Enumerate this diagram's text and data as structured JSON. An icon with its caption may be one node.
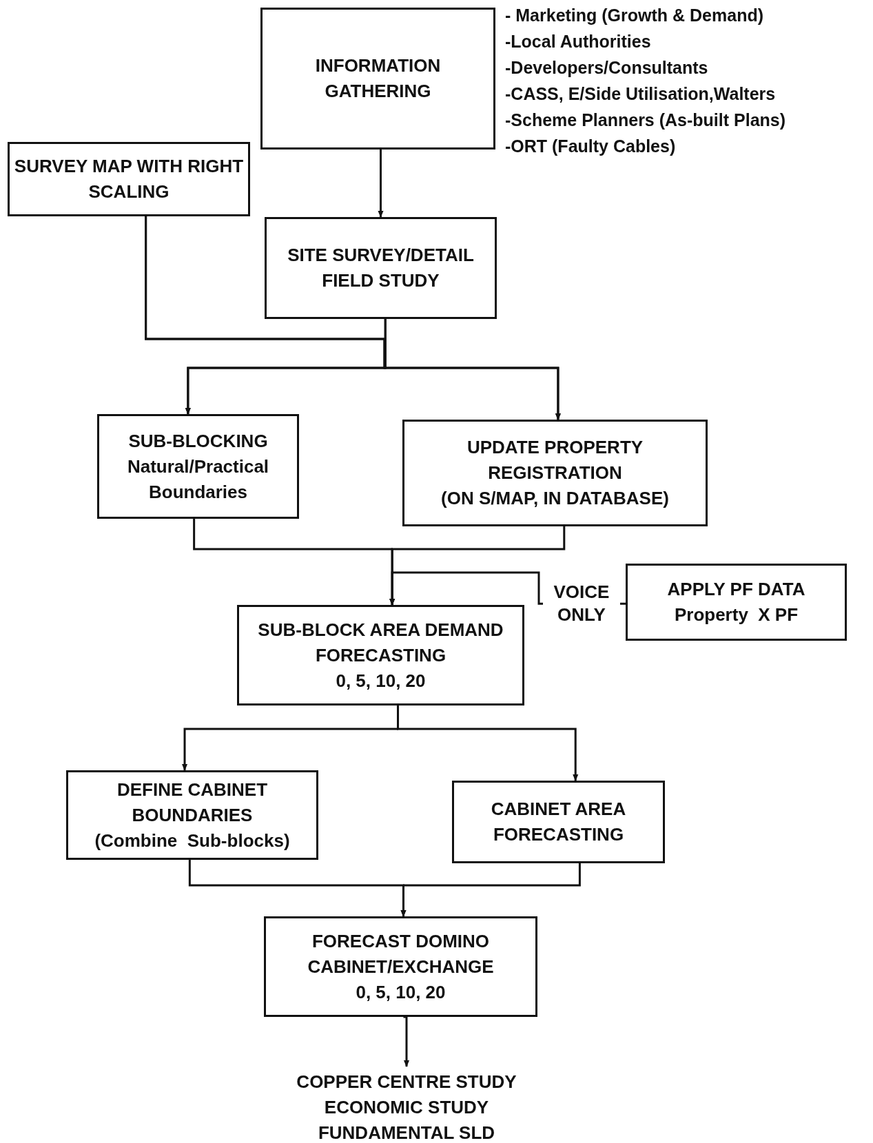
{
  "diagram": {
    "nodes": [
      {
        "text": [
          "INFORMATION GATHERING"
        ],
        "beside": [
          "- Marketing (Growth & Demand)",
          "-Local Authorities",
          "-Developers/Consultants",
          "-CASS, E/Side Utilisation,Walters",
          "-Scheme Planners (As-built Plans)",
          "-ORT (Faulty Cables)"
        ]
      },
      {
        "text": [
          "SURVEY MAP WITH RIGHT SCALING"
        ]
      },
      {
        "text": [
          "SITE SURVEY/DETAIL FIELD STUDY"
        ]
      },
      {
        "text": [
          "SUB-BLOCKING",
          "Natural/Practical Boundaries"
        ]
      },
      {
        "text": [
          "UPDATE PROPERTY REGISTRATION",
          "(ON S/MAP, IN DATABASE)"
        ]
      },
      {
        "text": [
          "APPLY PF DATA",
          "Property  X PF"
        ]
      },
      {
        "text": [
          "SUB-BLOCK AREA DEMAND  FORECASTING",
          "0, 5, 10, 20"
        ]
      },
      {
        "text": [
          "DEFINE CABINET BOUNDARIES",
          "(Combine  Sub-blocks)"
        ]
      },
      {
        "text": [
          "CABINET AREA FORECASTING"
        ]
      },
      {
        "text": [
          "FORECAST DOMINO CABINET/EXCHANGE",
          "0, 5, 10, 20"
        ]
      },
      {
        "text": [
          "COPPER CENTRE STUDY",
          "ECONOMIC STUDY",
          "FUNDAMENTAL SLD"
        ]
      }
    ],
    "edges": [
      {
        "from": 0,
        "to": 2,
        "arrow": "to"
      },
      {
        "from": 1,
        "to": 3,
        "arrow": "to"
      },
      {
        "from": 1,
        "to": 4,
        "arrow": "to"
      },
      {
        "from": 2,
        "to": 3,
        "arrow": "to"
      },
      {
        "from": 2,
        "to": 4,
        "arrow": "to"
      },
      {
        "from": 3,
        "to": 6,
        "arrow": "to"
      },
      {
        "from": 4,
        "to": 6,
        "arrow": "to"
      },
      {
        "from": 5,
        "to": 6,
        "arrow": "to",
        "label": "VOICE ONLY"
      },
      {
        "from": 6,
        "to": 7,
        "arrow": "to"
      },
      {
        "from": 6,
        "to": 8,
        "arrow": "to"
      },
      {
        "from": 7,
        "to": 9,
        "arrow": "to"
      },
      {
        "from": 8,
        "to": 9,
        "arrow": "to"
      },
      {
        "from": 9,
        "to": 10,
        "arrow": "to"
      }
    ]
  }
}
